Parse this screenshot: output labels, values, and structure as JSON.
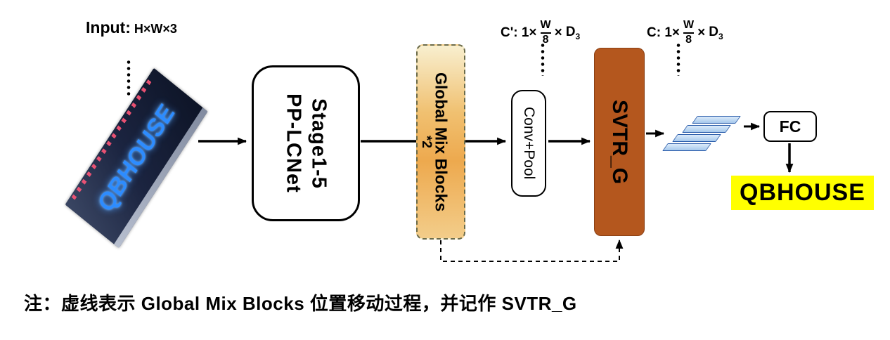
{
  "input": {
    "label": "Input:",
    "dims": "H×W×3",
    "image_text": "QBHOUSE"
  },
  "blocks": {
    "backbone_line1": "PP-LCNet",
    "backbone_line2": "Stage1-5",
    "gmb_label": "Global Mix Blocks",
    "gmb_mult": "*2",
    "convpool": "Conv+Pool",
    "svtr": "SVTR_G",
    "fc": "FC"
  },
  "labels": {
    "c_prime": {
      "lead": "C': 1×",
      "num": "W",
      "den": "8",
      "times": "×",
      "d": "D",
      "sub": "3"
    },
    "c": {
      "lead": "C: 1×",
      "num": "W",
      "den": "8",
      "times": "×",
      "d": "D",
      "sub": "3"
    }
  },
  "output": {
    "text": "QBHOUSE",
    "highlight_color": "#ffff00"
  },
  "note": "注：虚线表示 Global Mix Blocks 位置移动过程，并记作 SVTR_G",
  "icons": {
    "ellipsis": "vertical-dots-icon",
    "tokens": "feature-token-stack-icon",
    "arrows": "flow-arrows"
  },
  "colors": {
    "gmb_gradient_top": "#f8efcf",
    "gmb_gradient_mid": "#eda94e",
    "svtr_fill": "#b4571e",
    "slab_fill": "#a6c8ec",
    "slab_border": "#2a5caa",
    "sign_text_blue": "#2d8cff",
    "highlight": "#ffff00"
  }
}
